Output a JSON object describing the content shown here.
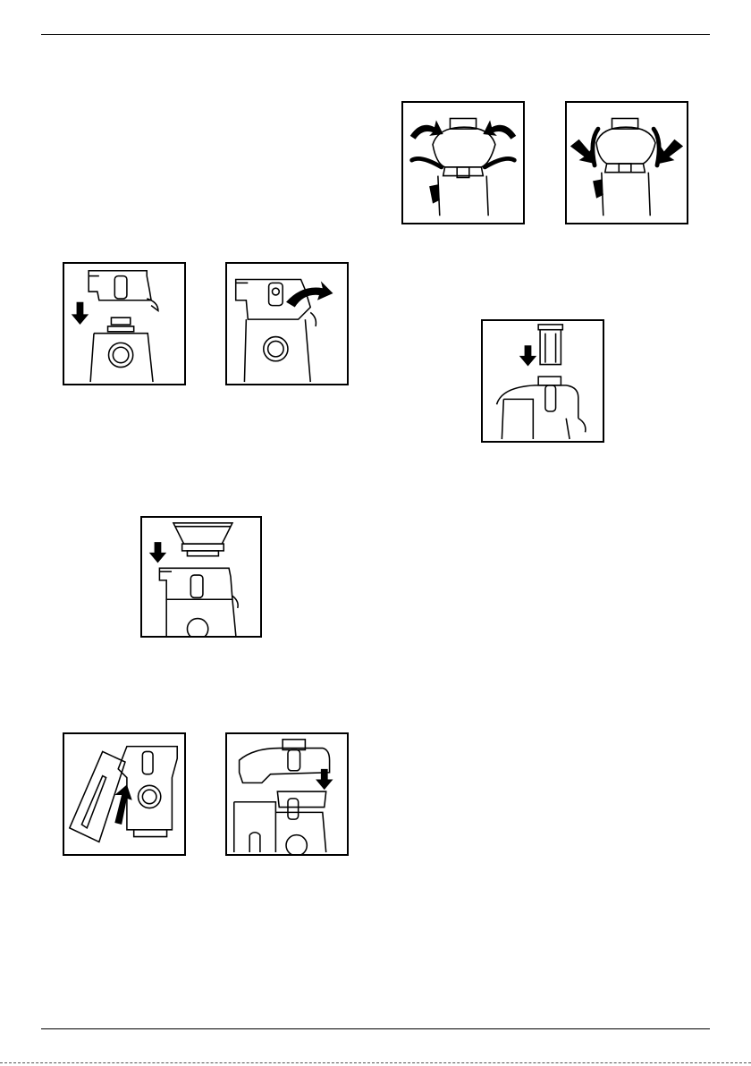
{
  "page": {
    "figures": [
      {
        "id": "fig-a",
        "description": "place-housing-on-base"
      },
      {
        "id": "fig-b",
        "description": "rotate-housing-to-lock"
      },
      {
        "id": "fig-c",
        "description": "insert-filter-basket"
      },
      {
        "id": "fig-d",
        "description": "attach-pulp-container"
      },
      {
        "id": "fig-e",
        "description": "fit-lid-onto-housing"
      },
      {
        "id": "fig-f",
        "description": "raise-locking-arms"
      },
      {
        "id": "fig-g",
        "description": "lower-locking-arms"
      },
      {
        "id": "fig-h",
        "description": "insert-food-pusher"
      }
    ]
  }
}
